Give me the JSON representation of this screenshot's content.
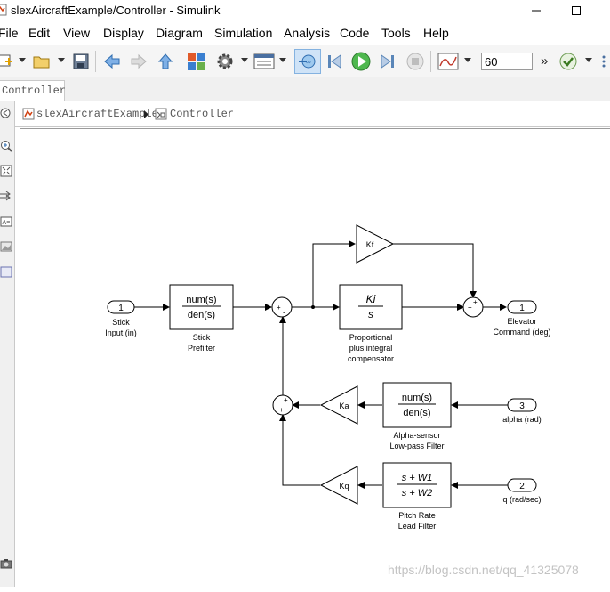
{
  "window": {
    "title": "slexAircraftExample/Controller - Simulink",
    "minimize_icon": "minimize-icon",
    "maximize_icon": "maximize-icon"
  },
  "menu": [
    "File",
    "Edit",
    "View",
    "Display",
    "Diagram",
    "Simulation",
    "Analysis",
    "Code",
    "Tools",
    "Help"
  ],
  "toolbar": {
    "stop_time": "60",
    "more": "»",
    "icons": [
      "new-model-icon",
      "open-icon",
      "save-icon",
      "back-icon",
      "forward-icon",
      "up-icon",
      "library-browser-icon",
      "model-settings-icon",
      "model-explorer-icon",
      "sim-mode-icon",
      "step-back-icon",
      "run-icon",
      "step-forward-icon",
      "stop-icon",
      "scope-icon",
      "model-advisor-icon"
    ]
  },
  "tab": {
    "label": "Controller"
  },
  "breadcrumb": {
    "root": "slexAircraftExample",
    "child": "Controller"
  },
  "diagram": {
    "inports": [
      {
        "num": "1",
        "label": [
          "Stick",
          "Input (in)"
        ]
      },
      {
        "num": "3",
        "label": [
          "alpha (rad)"
        ]
      },
      {
        "num": "2",
        "label": [
          "q (rad/sec)"
        ]
      }
    ],
    "outports": [
      {
        "num": "1",
        "label": [
          "Elevator",
          "Command (deg)"
        ]
      }
    ],
    "blocks": {
      "prefilter": {
        "num": "num(s)",
        "den": "den(s)",
        "label": [
          "Stick",
          "Prefilter"
        ]
      },
      "integrator": {
        "num": "Ki",
        "den": "s",
        "label": [
          "Proportional",
          "plus integral",
          "compensator"
        ]
      },
      "kf": {
        "text": "Kf"
      },
      "ka": {
        "text": "Ka"
      },
      "kq": {
        "text": "Kq"
      },
      "alpha_filter": {
        "num": "num(s)",
        "den": "den(s)",
        "label": [
          "Alpha-sensor",
          "Low-pass Filter"
        ]
      },
      "lead_filter": {
        "num": "s + W1",
        "den": "s + W2",
        "label": [
          "Pitch Rate",
          "Lead Filter"
        ]
      }
    },
    "sums": {
      "sum1": [
        "+",
        "-"
      ],
      "sum2": [
        "+",
        "+"
      ],
      "sum3": [
        "+",
        "+"
      ]
    }
  },
  "watermark": "https://blog.csdn.net/qq_41325078"
}
